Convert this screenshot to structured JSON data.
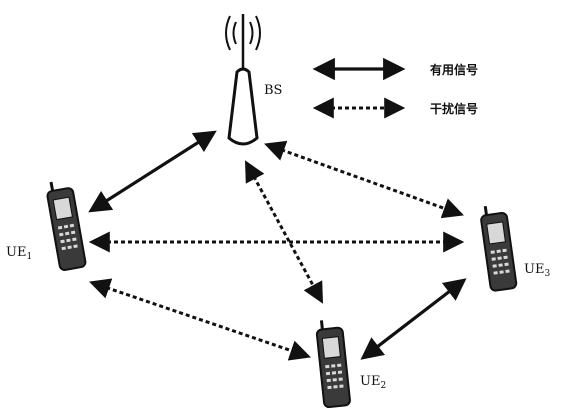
{
  "nodes": {
    "bs": {
      "label": "BS",
      "icon": "antenna-tower-icon"
    },
    "ue1": {
      "label_base": "UE",
      "label_sub": "1",
      "icon": "mobile-phone-icon"
    },
    "ue2": {
      "label_base": "UE",
      "label_sub": "2",
      "icon": "mobile-phone-icon"
    },
    "ue3": {
      "label_base": "UE",
      "label_sub": "3",
      "icon": "mobile-phone-icon"
    }
  },
  "legend": {
    "useful_label": "有用信号",
    "interference_label": "干扰信号"
  },
  "links": {
    "useful": [
      [
        "bs",
        "ue1"
      ],
      [
        "ue2",
        "ue3"
      ]
    ],
    "interference": [
      [
        "bs",
        "ue3"
      ],
      [
        "bs",
        "ue2"
      ],
      [
        "ue1",
        "ue3"
      ],
      [
        "ue1",
        "ue2"
      ]
    ]
  },
  "colors": {
    "ink": "#111111",
    "phone_body": "#3a3a3a",
    "phone_screen": "#d8d8d8"
  }
}
